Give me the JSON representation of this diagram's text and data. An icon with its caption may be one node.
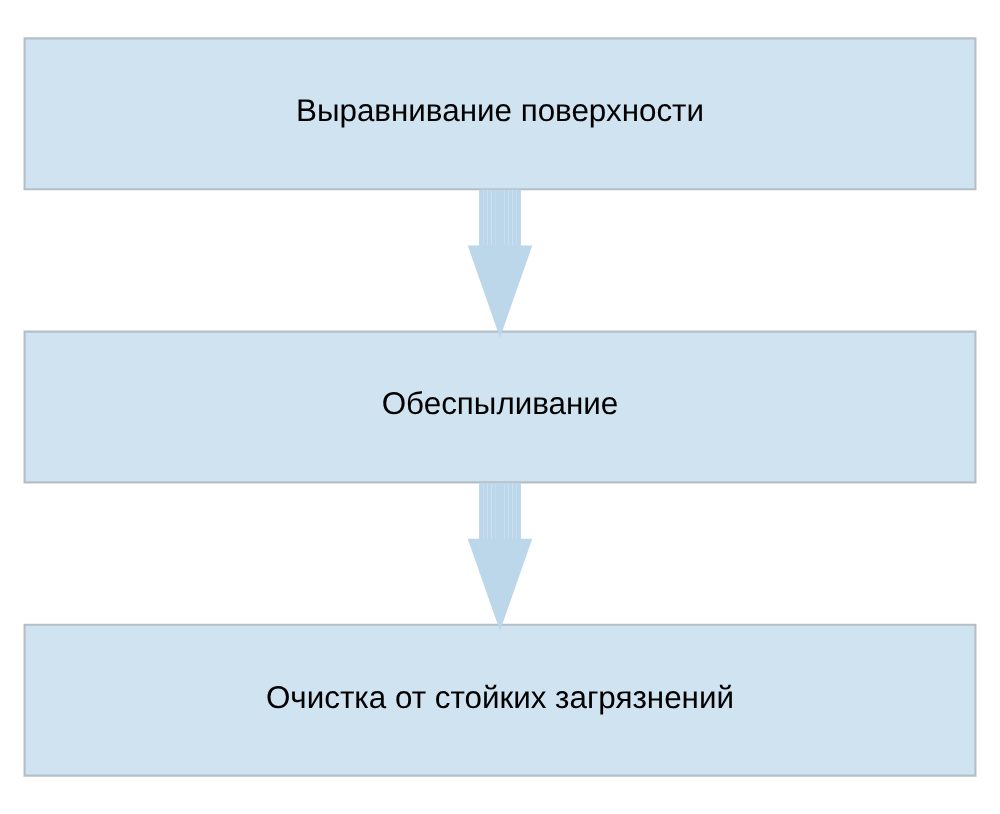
{
  "diagram": {
    "nodes": [
      {
        "text": [
          "Выравнивание поверхности"
        ]
      },
      {
        "text": [
          "Обеспыливание"
        ]
      },
      {
        "text": [
          "Очистка от стойких загрязнений"
        ]
      }
    ],
    "edges": [
      {
        "from": 0,
        "to": 1,
        "arrow": "to"
      },
      {
        "from": 1,
        "to": 2,
        "arrow": "to"
      }
    ]
  }
}
